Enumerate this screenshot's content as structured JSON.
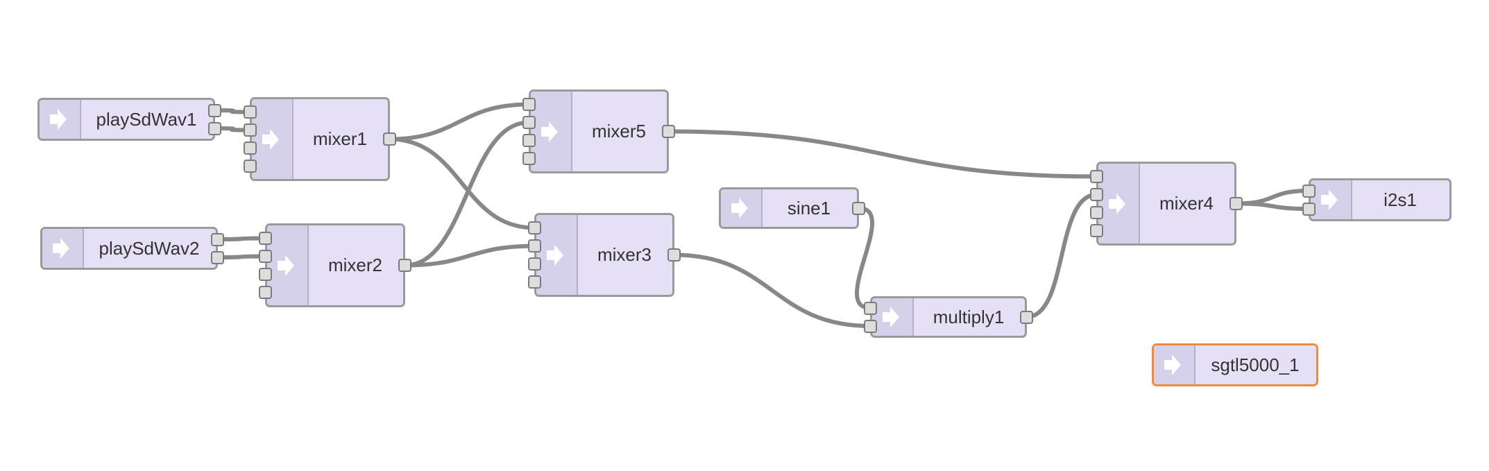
{
  "nodes": [
    {
      "id": "playSdWav1",
      "label": "playSdWav1",
      "inputs": 0,
      "outputs": 2,
      "selected": false
    },
    {
      "id": "playSdWav2",
      "label": "playSdWav2",
      "inputs": 0,
      "outputs": 2,
      "selected": false
    },
    {
      "id": "mixer1",
      "label": "mixer1",
      "inputs": 4,
      "outputs": 1,
      "selected": false
    },
    {
      "id": "mixer2",
      "label": "mixer2",
      "inputs": 4,
      "outputs": 1,
      "selected": false
    },
    {
      "id": "mixer5",
      "label": "mixer5",
      "inputs": 4,
      "outputs": 1,
      "selected": false
    },
    {
      "id": "mixer3",
      "label": "mixer3",
      "inputs": 4,
      "outputs": 1,
      "selected": false
    },
    {
      "id": "sine1",
      "label": "sine1",
      "inputs": 0,
      "outputs": 1,
      "selected": false
    },
    {
      "id": "multiply1",
      "label": "multiply1",
      "inputs": 2,
      "outputs": 1,
      "selected": false
    },
    {
      "id": "mixer4",
      "label": "mixer4",
      "inputs": 4,
      "outputs": 1,
      "selected": false
    },
    {
      "id": "i2s1",
      "label": "i2s1",
      "inputs": 2,
      "outputs": 0,
      "selected": false
    },
    {
      "id": "sgtl5000_1",
      "label": "sgtl5000_1",
      "inputs": 0,
      "outputs": 0,
      "selected": true
    }
  ],
  "wires": [
    {
      "from": "playSdWav1",
      "out": 0,
      "to": "mixer1",
      "in": 0
    },
    {
      "from": "playSdWav1",
      "out": 1,
      "to": "mixer1",
      "in": 1
    },
    {
      "from": "playSdWav2",
      "out": 0,
      "to": "mixer2",
      "in": 0
    },
    {
      "from": "playSdWav2",
      "out": 1,
      "to": "mixer2",
      "in": 1
    },
    {
      "from": "mixer1",
      "out": 0,
      "to": "mixer5",
      "in": 0
    },
    {
      "from": "mixer1",
      "out": 0,
      "to": "mixer3",
      "in": 0
    },
    {
      "from": "mixer2",
      "out": 0,
      "to": "mixer5",
      "in": 1
    },
    {
      "from": "mixer2",
      "out": 0,
      "to": "mixer3",
      "in": 1
    },
    {
      "from": "mixer5",
      "out": 0,
      "to": "mixer4",
      "in": 0
    },
    {
      "from": "mixer3",
      "out": 0,
      "to": "multiply1",
      "in": 1
    },
    {
      "from": "sine1",
      "out": 0,
      "to": "multiply1",
      "in": 0
    },
    {
      "from": "multiply1",
      "out": 0,
      "to": "mixer4",
      "in": 1
    },
    {
      "from": "mixer4",
      "out": 0,
      "to": "i2s1",
      "in": 0
    },
    {
      "from": "mixer4",
      "out": 0,
      "to": "i2s1",
      "in": 1
    }
  ],
  "colors": {
    "node_fill": "#e5e0f5",
    "icon_fill": "#d6d1eb",
    "node_border": "#9a9a9a",
    "selected_border": "#f08a3c",
    "wire": "#888888",
    "port_fill": "#dddddd",
    "port_border": "#7b7b7b"
  },
  "icon": "arrow-right-icon"
}
